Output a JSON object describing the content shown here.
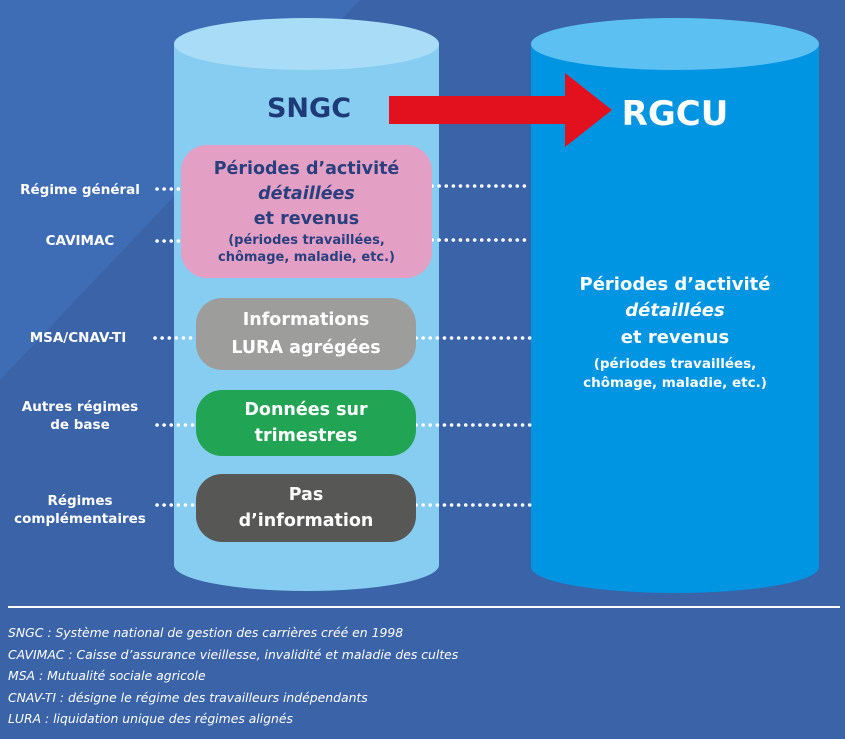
{
  "left_db": {
    "title": "SNGC"
  },
  "right_db": {
    "title": "RGCU",
    "line1": "Périodes d’activité",
    "line2": "détaillées",
    "line3": "et revenus",
    "line4": "(périodes travaillées,",
    "line5": "chômage, maladie, etc.)"
  },
  "boxes": [
    {
      "line1": "Périodes d’activité",
      "line2": "détaillées",
      "line3": "et revenus",
      "line4": "(périodes travaillées,",
      "line5": "chômage, maladie, etc.)",
      "color": "#e49fc4"
    },
    {
      "line1": "Informations",
      "line2": "LURA agrégées",
      "color": "#9d9d9c"
    },
    {
      "line1": "Données sur",
      "line2": "trimestres",
      "color": "#22a455"
    },
    {
      "line1": "Pas",
      "line2": "d’information",
      "color": "#575756"
    }
  ],
  "regimes": [
    {
      "line1": "Régime général",
      "line2": ""
    },
    {
      "line1": "CAVIMAC",
      "line2": ""
    },
    {
      "line1": "MSA/CNAV-TI",
      "line2": ""
    },
    {
      "line1": "Autres régimes",
      "line2": "de base"
    },
    {
      "line1": "Régimes",
      "line2": "complémentaires"
    }
  ],
  "footnotes": [
    "SNGC : Système national de gestion des carrières créé en 1998",
    "CAVIMAC : Caisse d’assurance vieillesse, invalidité et maladie des cultes",
    "MSA : Mutualité sociale agricole",
    "CNAV-TI : désigne le régime des travailleurs indépendants",
    "LURA : liquidation unique des régimes alignés"
  ],
  "colors": {
    "background": "#3a63a8",
    "left_cylinder": "#86cdf1",
    "right_cylinder": "#0095e3",
    "arrow": "#e3101e",
    "title_dark": "#1f3a78",
    "dark_text": "#2a3f7e"
  }
}
